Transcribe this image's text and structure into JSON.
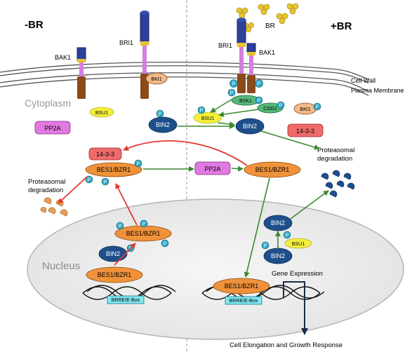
{
  "labels": {
    "minus_br": "-BR",
    "plus_br": "+BR",
    "cytoplasm": "Cytoplasm",
    "nucleus": "Nucleus",
    "cell_wall": "Cell Wall",
    "plasma_membrane": "Plasma Membrane",
    "br": "BR",
    "gene_expression": "Gene Expression",
    "growth_response": "Cell Elongation and Growth Response",
    "proteasomal_left": [
      "Proteasomal",
      "degradation"
    ],
    "proteasomal_right": [
      "Proteasomal",
      "degradation"
    ]
  },
  "proteins": {
    "bak1": "BAK1",
    "bri1": "BRI1",
    "bki1": "BKI1",
    "bsu1": "BSU1",
    "pp2a": "PP2A",
    "bsk1": "BSK1",
    "cdg1": "CDG1",
    "bin2": "BIN2",
    "g1433": "14-3-3",
    "bes1_bzr1": "BES1/BZR1",
    "p": "P",
    "bre_ebox": "BRRE/E-Box"
  },
  "colors": {
    "activation_arrow": "#3a8a2e",
    "inhibition_arrow": "#e03a2e",
    "receptor_blue": "#2e3f99",
    "kinase_brown": "#8a4a1a",
    "bes1_orange": "#f0923a",
    "bin2_blue": "#1e4f8c",
    "phospho_teal": "#2fa9c4",
    "pp2a_magenta": "#e07ae0",
    "bsu1_yellow": "#f4ef3a",
    "g1433_red": "#ef6b6b",
    "bre_cyan": "#7fe6f0",
    "br_gold": "#e8c42a"
  }
}
